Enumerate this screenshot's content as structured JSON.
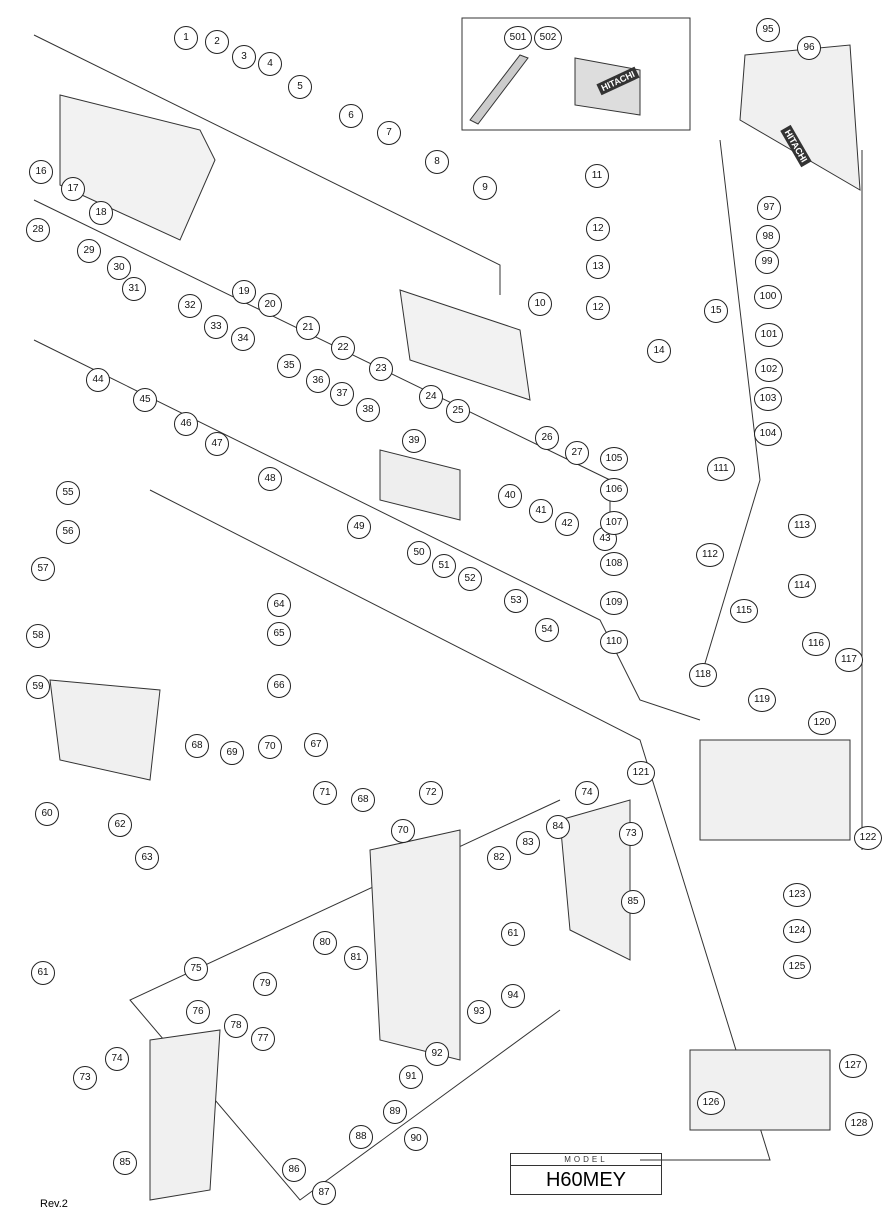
{
  "parts": [
    "1",
    "2",
    "3",
    "4",
    "5",
    "6",
    "7",
    "8",
    "9",
    "10",
    "11",
    "12",
    "13",
    "12",
    "14",
    "15",
    "16",
    "17",
    "18",
    "19",
    "20",
    "21",
    "22",
    "23",
    "24",
    "25",
    "26",
    "27",
    "28",
    "29",
    "30",
    "31",
    "32",
    "33",
    "34",
    "35",
    "36",
    "37",
    "38",
    "39",
    "40",
    "41",
    "42",
    "43",
    "44",
    "45",
    "46",
    "47",
    "48",
    "49",
    "50",
    "51",
    "52",
    "53",
    "54",
    "55",
    "56",
    "57",
    "58",
    "59",
    "60",
    "61",
    "62",
    "63",
    "64",
    "65",
    "66",
    "67",
    "68",
    "69",
    "70",
    "71",
    "68",
    "72",
    "70",
    "73",
    "74",
    "75",
    "76",
    "77",
    "78",
    "79",
    "80",
    "81",
    "82",
    "83",
    "84",
    "85",
    "61",
    "86",
    "87",
    "88",
    "89",
    "90",
    "91",
    "92",
    "93",
    "94",
    "73",
    "74",
    "85",
    "95",
    "96",
    "97",
    "98",
    "99",
    "100",
    "101",
    "102",
    "103",
    "104",
    "105",
    "106",
    "107",
    "108",
    "109",
    "110",
    "111",
    "112",
    "113",
    "114",
    "115",
    "116",
    "117",
    "118",
    "119",
    "120",
    "121",
    "122",
    "123",
    "124",
    "125",
    "126",
    "127",
    "128",
    "501",
    "502"
  ],
  "brand": "HITACHI",
  "model_label": "MODEL",
  "model": "H60MEY",
  "revision": "Rev.2"
}
